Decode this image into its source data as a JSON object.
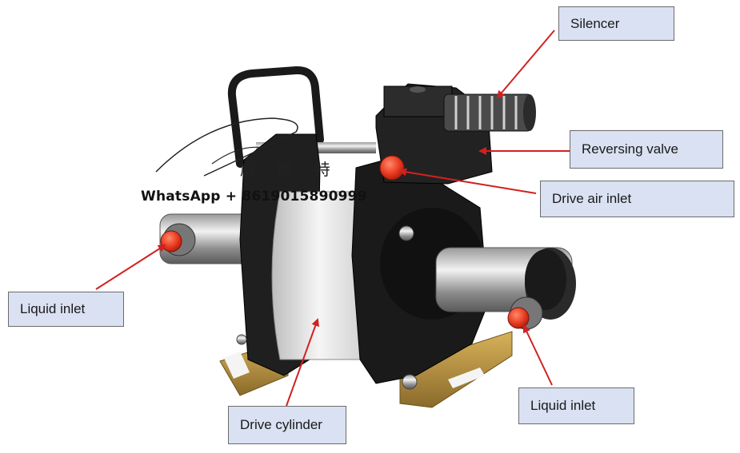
{
  "labels": {
    "silencer": "Silencer",
    "reversing_valve": "Reversing valve",
    "drive_air_inlet": "Drive air inlet",
    "liquid_inlet_left": "Liquid inlet",
    "liquid_inlet_right": "Liquid inlet",
    "drive_cylinder": "Drive cylinder"
  },
  "watermark": {
    "text": "WhatsApp + 8619015890999",
    "logo_chars": "威 凯 特"
  },
  "colors": {
    "label_fill": "#d9e1f2",
    "label_border": "#6b6b6b",
    "arrow": "#d22020",
    "pump_body": "#1c1c1c",
    "cylinder": "#e6e6e6",
    "fitting": "#e8391f",
    "bracket": "#b08a3a"
  }
}
